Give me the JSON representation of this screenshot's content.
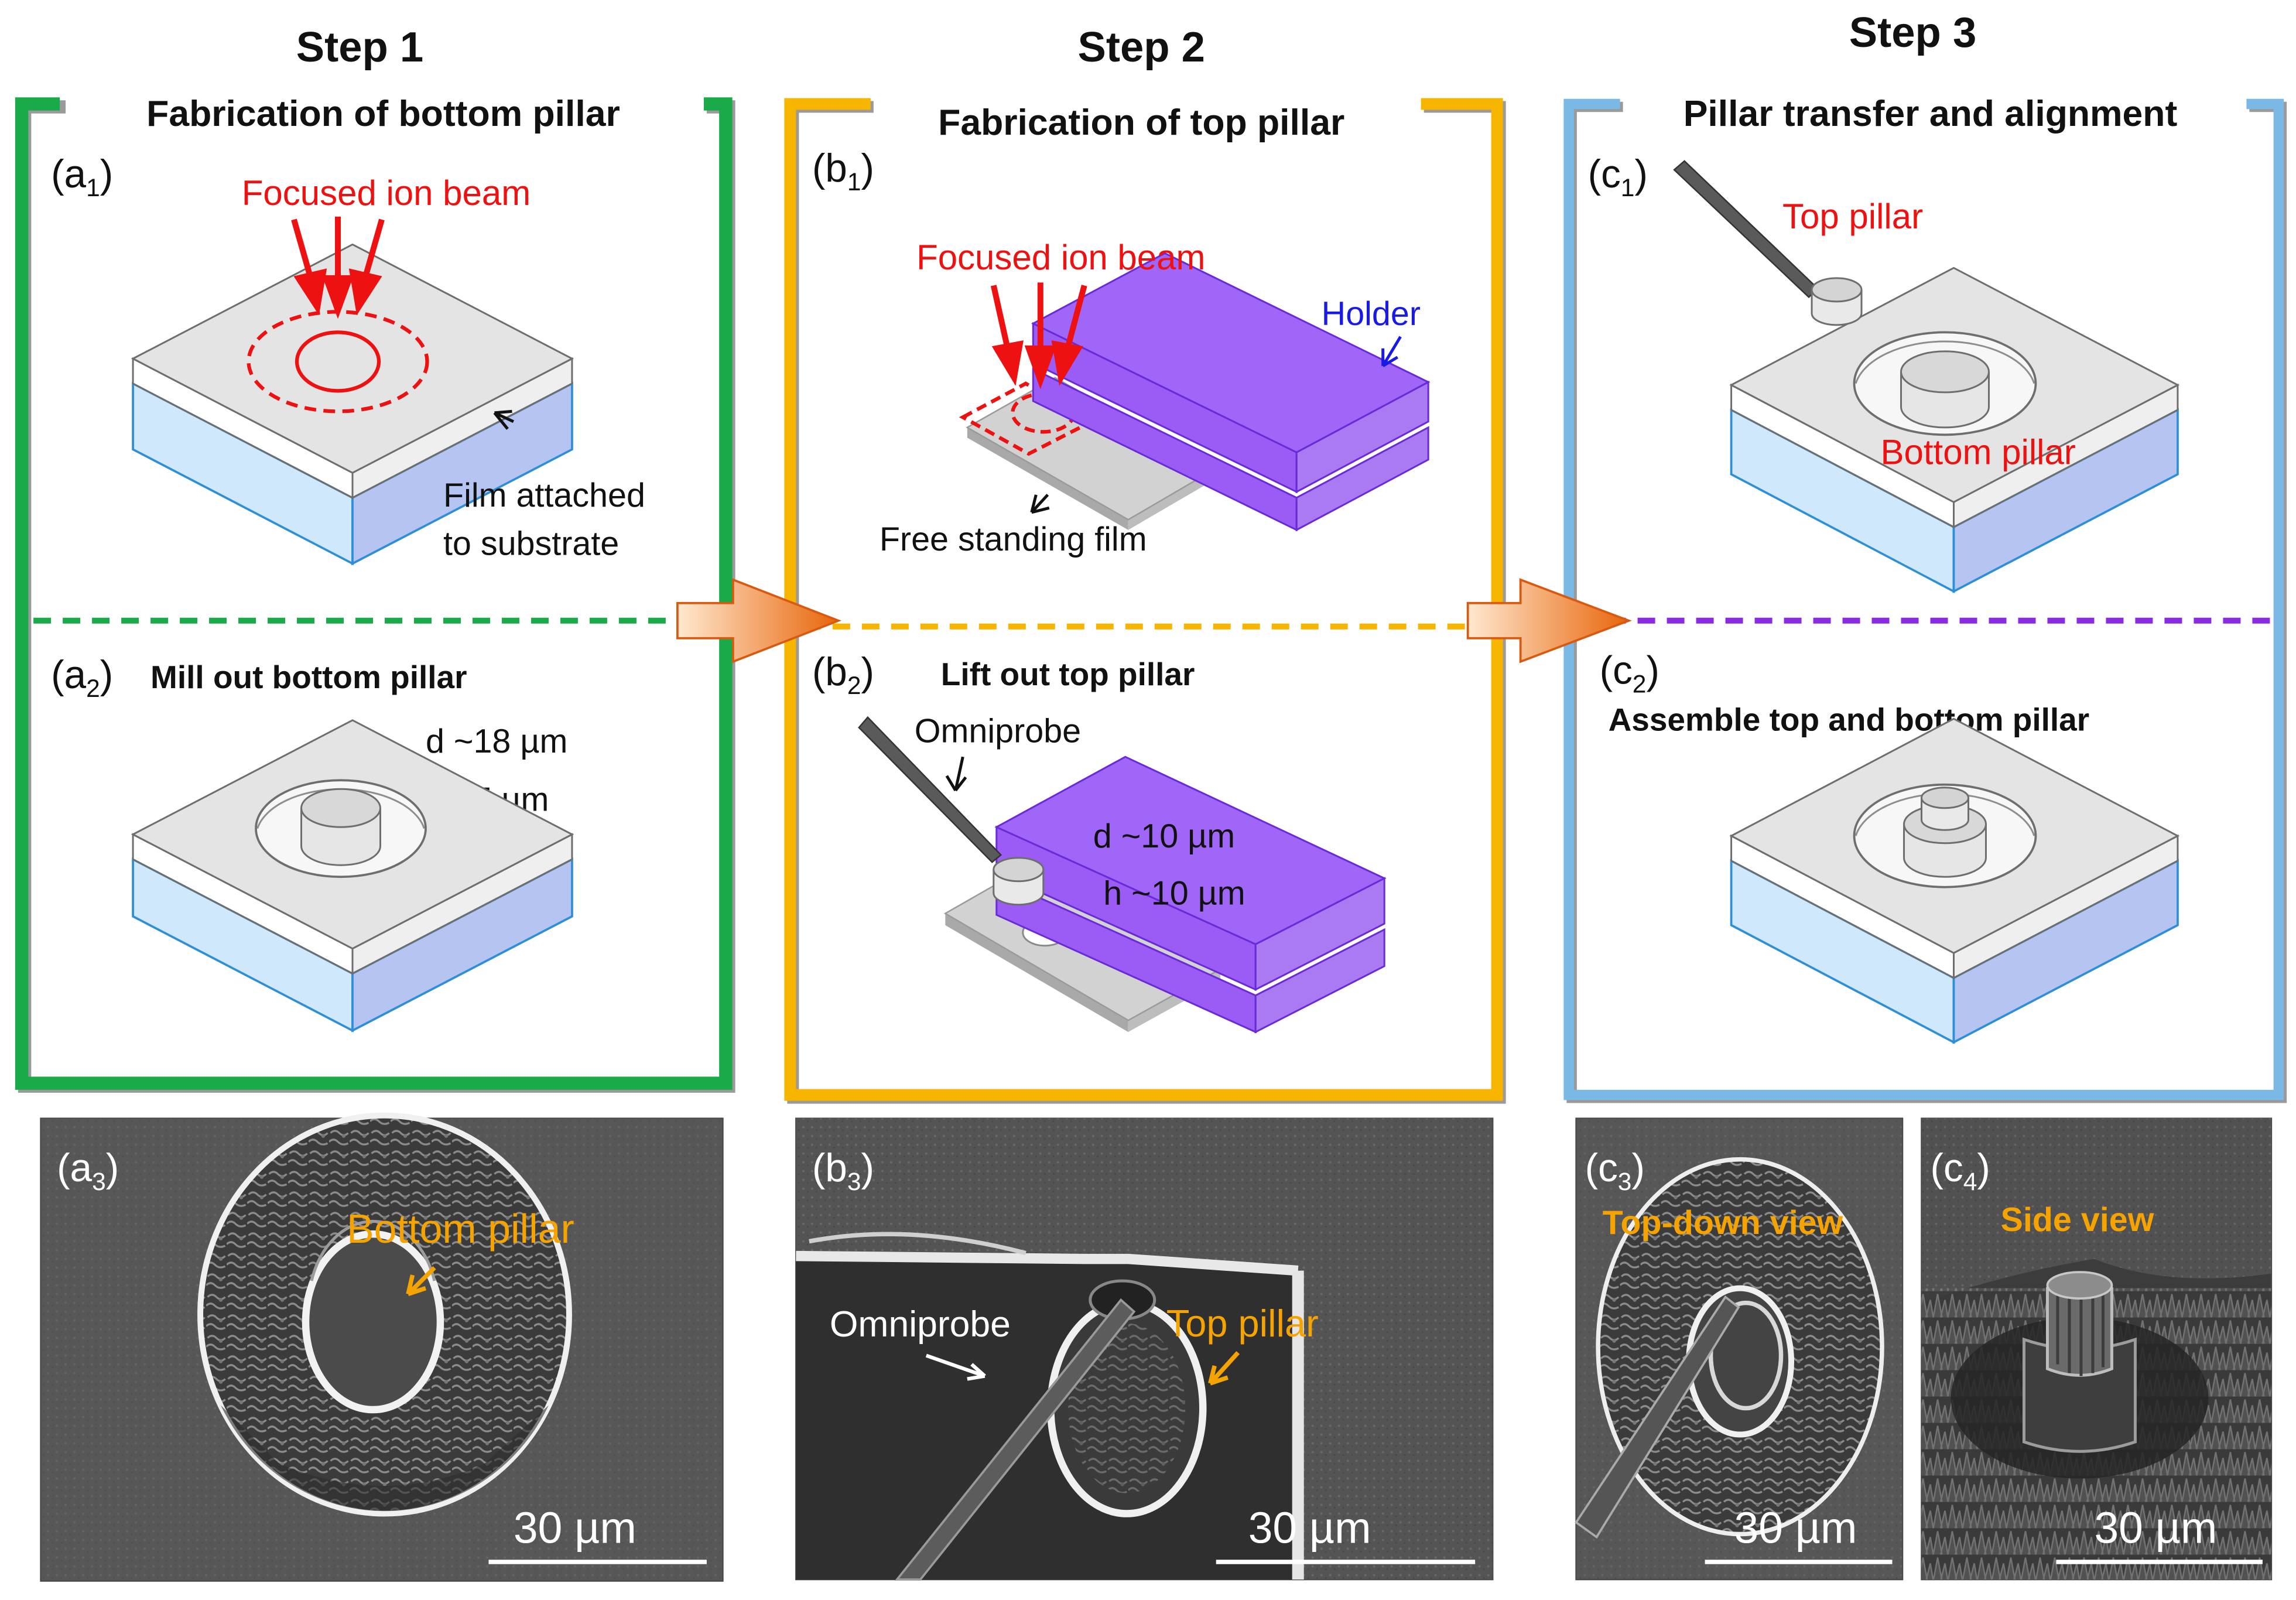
{
  "steps": {
    "step1": {
      "title": "Step 1",
      "frame_label": "Fabrication of bottom pillar",
      "a1": {
        "label": "a",
        "sub": "1",
        "beam": "Focused ion beam",
        "film_line1": "Film attached",
        "film_line2": "to substrate"
      },
      "a2": {
        "label": "a",
        "sub": "2",
        "caption": "Mill out bottom pillar",
        "d": "d ~18 µm",
        "h": "h ~5 µm"
      }
    },
    "step2": {
      "title": "Step 2",
      "frame_label": "Fabrication of top pillar",
      "b1": {
        "label": "b",
        "sub": "1",
        "beam": "Focused ion beam",
        "holder": "Holder",
        "film": "Free standing film"
      },
      "b2": {
        "label": "b",
        "sub": "2",
        "caption": "Lift out top pillar",
        "probe": "Omniprobe",
        "d": "d ~10 µm",
        "h": "h ~10 µm"
      }
    },
    "step3": {
      "title": "Step 3",
      "frame_label": "Pillar transfer and alignment",
      "c1": {
        "label": "c",
        "sub": "1",
        "top": "Top pillar",
        "bottom": "Bottom pillar"
      },
      "c2": {
        "label": "c",
        "sub": "2",
        "caption": "Assemble top and bottom pillar"
      }
    }
  },
  "micrographs": {
    "a3": {
      "label": "a",
      "sub": "3",
      "annotation": "Bottom pillar",
      "scale": "30 µm"
    },
    "b3": {
      "label": "b",
      "sub": "3",
      "probe": "Omniprobe",
      "annotation": "Top pillar",
      "scale": "30 µm"
    },
    "c3": {
      "label": "c",
      "sub": "3",
      "annotation": "Top-down view",
      "scale": "30 µm"
    },
    "c4": {
      "label": "c",
      "sub": "4",
      "annotation": "Side view",
      "scale": "30 µm"
    }
  },
  "colors": {
    "step1_frame": "#1aaa4a",
    "step2_frame": "#f7b500",
    "step3_frame": "#7ab8e6",
    "step3_divider": "#8a2be2",
    "holder": "#9a5cf5",
    "beam": "#ee1111",
    "annotation": "#f5a300",
    "arrow": "#f07a20"
  }
}
